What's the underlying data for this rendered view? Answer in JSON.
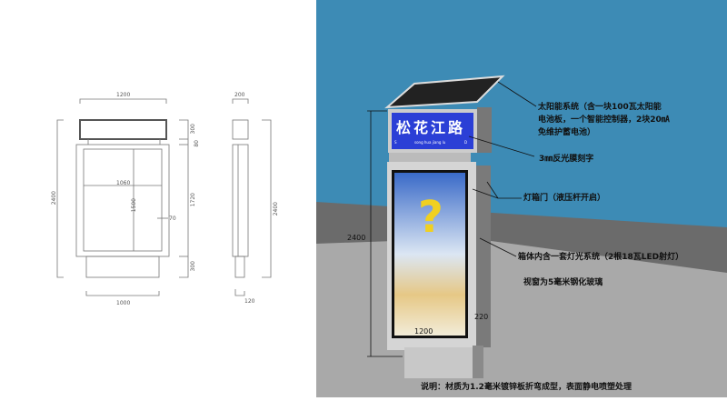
{
  "drawing": {
    "front_view": {
      "top_width": "1200",
      "height_total": "2400",
      "sign_height": "300",
      "gap": "80",
      "box_height": "1720",
      "base_height": "300",
      "inner_width": "1060",
      "inner_height": "1500",
      "frame": "70",
      "base_width": "1000"
    },
    "side_view": {
      "top_depth": "200",
      "height_total": "2400",
      "base_depth": "120"
    }
  },
  "render": {
    "sign": {
      "name": "松花江路",
      "pinyin_left": "S",
      "pinyin": "song hua jiang lu",
      "pinyin_right": "D",
      "color": "#2b3fd6"
    },
    "dimensions": {
      "height": "2400",
      "width": "1200",
      "depth": "220"
    },
    "annotations": {
      "solar": [
        "太阳能系统（含一块100瓦太阳能",
        "电池板，一个智能控制器，2块20㎃",
        "免维护蓄电池）"
      ],
      "lettering": "3㎜反光膜刻字",
      "door": "灯箱门（液压杆开启）",
      "lighting": "箱体内含一套灯光系统（2根18瓦LED射灯）",
      "window": "视窗为5毫米钢化玻璃",
      "material": "说明：材质为1.2毫米镀锌板折弯成型，表面静电喷塑处理"
    },
    "colors": {
      "sky": "#3d8bb5",
      "ground": "#a9a9a9",
      "wall": "#6b6b6b"
    }
  }
}
